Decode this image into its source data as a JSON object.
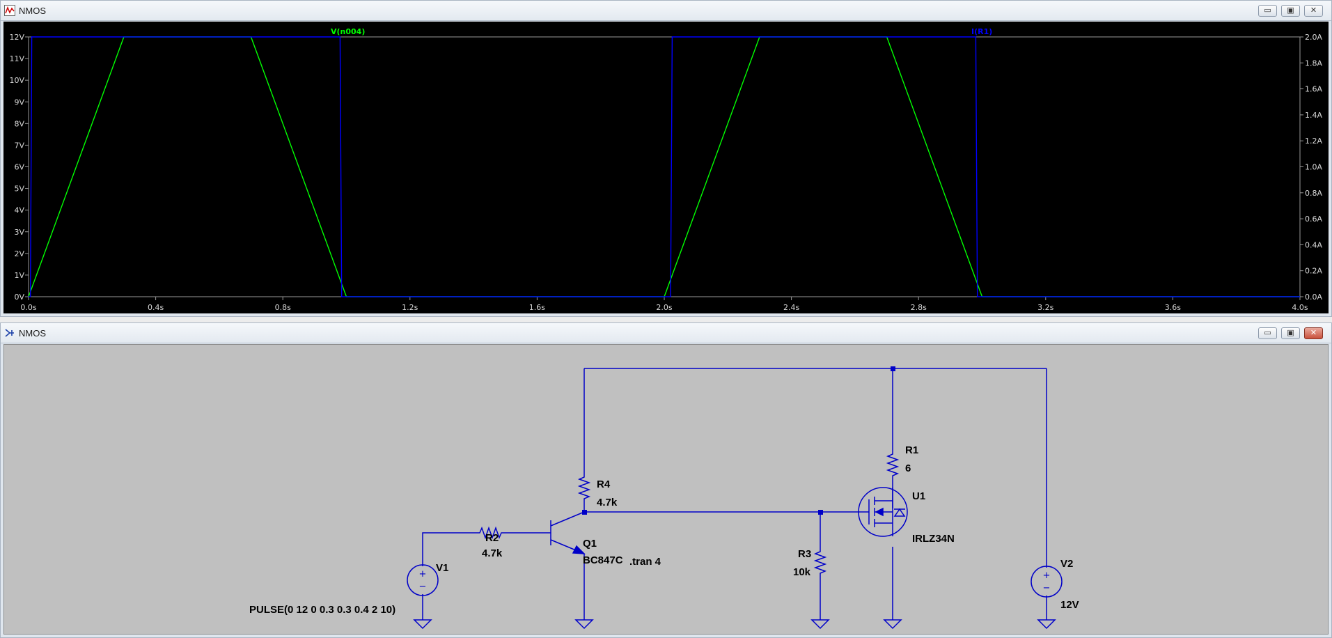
{
  "plot_window": {
    "title": "NMOS",
    "buttons": {
      "minimize": "▭",
      "maximize": "▣",
      "close": "✕"
    }
  },
  "schematic_window": {
    "title": "NMOS",
    "buttons": {
      "minimize": "▭",
      "maximize": "▣",
      "close": "✕"
    }
  },
  "colors": {
    "voltage_trace": "#00ff00",
    "current_trace": "#0000ff",
    "wire": "#0000c8",
    "plot_bg": "#000000",
    "schematic_bg": "#c0c0c0"
  },
  "chart_data": {
    "type": "line",
    "x_ticks": [
      "0.0s",
      "0.4s",
      "0.8s",
      "1.2s",
      "1.6s",
      "2.0s",
      "2.4s",
      "2.8s",
      "3.2s",
      "3.6s",
      "4.0s"
    ],
    "y_left_ticks": [
      "0V",
      "1V",
      "2V",
      "3V",
      "4V",
      "5V",
      "6V",
      "7V",
      "8V",
      "9V",
      "10V",
      "11V",
      "12V"
    ],
    "y_right_ticks": [
      "0.0A",
      "0.2A",
      "0.4A",
      "0.6A",
      "0.8A",
      "1.0A",
      "1.2A",
      "1.4A",
      "1.6A",
      "1.8A",
      "2.0A"
    ],
    "xlim": [
      0,
      4
    ],
    "ylim_left": [
      0,
      12
    ],
    "ylim_right": [
      0,
      2
    ],
    "series": [
      {
        "name": "V(n004)",
        "axis": "left",
        "color": "#00ff00",
        "x": [
          0,
          0.3,
          0.7,
          1.0,
          2.0,
          2.3,
          2.7,
          3.0,
          4.0
        ],
        "y": [
          0,
          12,
          12,
          0,
          0,
          12,
          12,
          0,
          0
        ]
      },
      {
        "name": "I(R1)",
        "axis": "right",
        "color": "#0000ff",
        "x": [
          0,
          0.006,
          0.01,
          0.98,
          0.985,
          2.02,
          2.025,
          2.98,
          2.985,
          4.0
        ],
        "y": [
          0,
          0,
          2,
          2,
          0,
          0,
          2,
          2,
          0,
          0
        ]
      }
    ]
  },
  "schematic": {
    "V1": {
      "ref": "V1",
      "value": "PULSE(0 12 0 0.3 0.3 0.4 2 10)"
    },
    "R2": {
      "ref": "R2",
      "value": "4.7k"
    },
    "Q1": {
      "ref": "Q1",
      "value": "BC847C"
    },
    "directive": ".tran 4",
    "R4": {
      "ref": "R4",
      "value": "4.7k"
    },
    "R3": {
      "ref": "R3",
      "value": "10k"
    },
    "U1": {
      "ref": "U1",
      "value": "IRLZ34N"
    },
    "R1": {
      "ref": "R1",
      "value": "6"
    },
    "V2": {
      "ref": "V2",
      "value": "12V"
    }
  }
}
